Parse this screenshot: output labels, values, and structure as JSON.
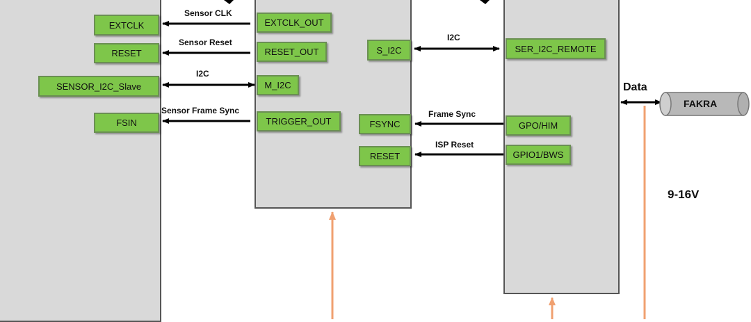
{
  "colors": {
    "pin_fill": "#7ec64a",
    "block_fill": "#d9d9d9",
    "power_line": "#f0a070",
    "arrow": "#000000"
  },
  "sensor": {
    "pins": {
      "extclk": "EXTCLK",
      "reset": "RESET",
      "i2c_slave": "SENSOR_I2C_Slave",
      "fsin": "FSIN"
    }
  },
  "isp": {
    "pins": {
      "extclk_out": "EXTCLK_OUT",
      "reset_out": "RESET_OUT",
      "m_i2c": "M_I2C",
      "trigger_out": "TRIGGER_OUT",
      "s_i2c": "S_I2C",
      "fsync": "FSYNC",
      "reset": "RESET"
    }
  },
  "serializer": {
    "pins": {
      "ser_i2c_remote": "SER_I2C_REMOTE",
      "gpo_him": "GPO/HIM",
      "gpio1_bws": "GPIO1/BWS"
    }
  },
  "signals": {
    "sensor_clk": "Sensor CLK",
    "sensor_reset": "Sensor Reset",
    "i2c_left": "I2C",
    "sensor_frame_sync": "Sensor Frame Sync",
    "i2c_right": "I2C",
    "frame_sync": "Frame Sync",
    "isp_reset": "ISP Reset"
  },
  "connector": {
    "data_label": "Data",
    "name": "FAKRA"
  },
  "power": {
    "label": "9-16V"
  }
}
